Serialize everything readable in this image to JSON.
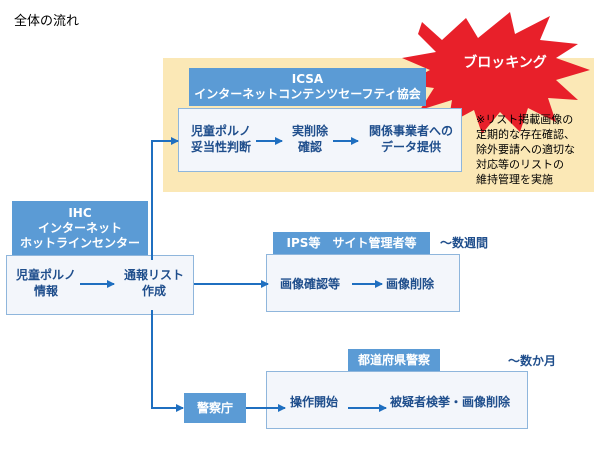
{
  "title": "全体の流れ",
  "blocking_label": "ブロッキング",
  "icsa": {
    "header_line1": "ICSA",
    "header_line2": "インターネットコンテンツセーフティ協会",
    "step1_line1": "児童ポルノ",
    "step1_line2": "妥当性判断",
    "step2_line1": "実削除",
    "step2_line2": "確認",
    "step3_line1": "関係事業者への",
    "step3_line2": "データ提供",
    "note_lines": [
      "※リスト掲載画像の",
      "定期的な存在確認、",
      "除外要請への適切な",
      "対応等のリストの",
      "維持管理を実施"
    ]
  },
  "ihc": {
    "header_line1": "IHC",
    "header_line2": "インターネット",
    "header_line3": "ホットラインセンター",
    "step1_line1": "児童ポルノ",
    "step1_line2": "情報",
    "step2_line1": "通報リスト",
    "step2_line2": "作成"
  },
  "ips": {
    "header": "IPS等　サイト管理者等",
    "duration": "～数週間",
    "step1": "画像確認等",
    "step2": "画像削除"
  },
  "police": {
    "header": "都道府県警察",
    "duration": "～数か月",
    "agency": "警察庁",
    "step1": "操作開始",
    "step2": "被疑者検挙・画像削除"
  },
  "colors": {
    "accent_blue": "#5b9bd5",
    "arrow_blue": "#1f6fc0",
    "text_blue": "#1f4e8c",
    "panel_bg": "#f3f6fb",
    "yellow_bg": "#fbe8b6",
    "burst_red": "#e8202a"
  }
}
